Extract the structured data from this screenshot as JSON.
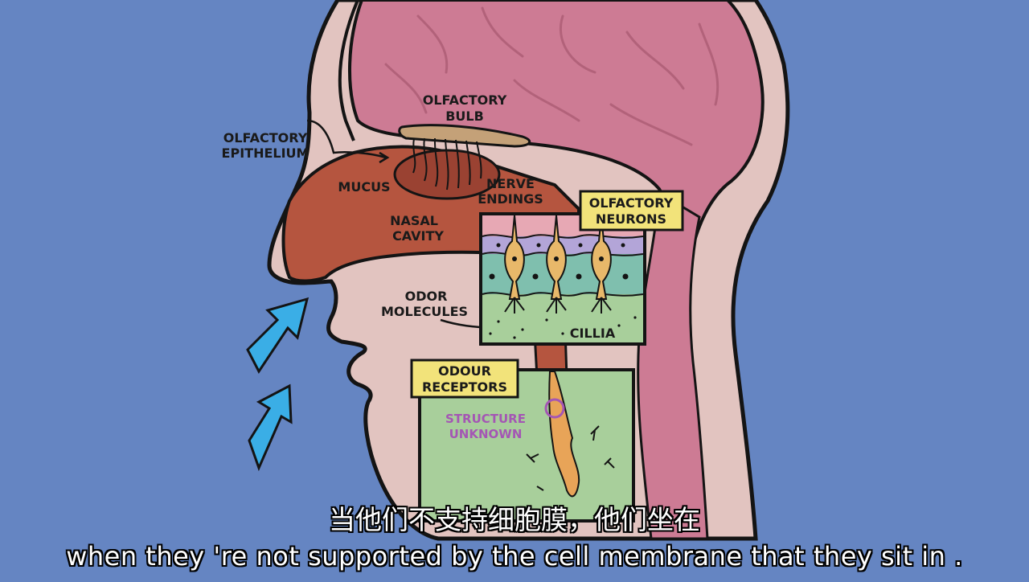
{
  "labels": {
    "olfactory_bulb": [
      "OLFACTORY",
      "BULB"
    ],
    "olfactory_epithelium": [
      "OLFACTORY",
      "EPITHELIUM"
    ],
    "mucus": "MUCUS",
    "nerve_endings": [
      "NERVE",
      "ENDINGS"
    ],
    "nasal_cavity": [
      "NASAL",
      "CAVITY"
    ],
    "odor_molecules": [
      "ODOR",
      "MOLECULES"
    ],
    "cillia": "CILLIA",
    "olfactory_neurons": [
      "OLFACTORY",
      "NEURONS"
    ],
    "odour_receptors": [
      "ODOUR",
      "RECEPTORS"
    ],
    "structure_unknown": [
      "STRUCTURE",
      "UNKNOWN"
    ]
  },
  "subtitles": {
    "zh": "当他们不支持细胞膜，他们坐在",
    "en": "when they 're not supported by the cell membrane that they sit in ."
  },
  "colors": {
    "background": "#6585c2",
    "brain": "#cd7b94",
    "skin": "#e2c4c0",
    "nasal_cavity": "#b5553f",
    "arrow": "#3aaee6",
    "label_box": "#f2e37a",
    "inset_green": "#a8cf9b"
  }
}
